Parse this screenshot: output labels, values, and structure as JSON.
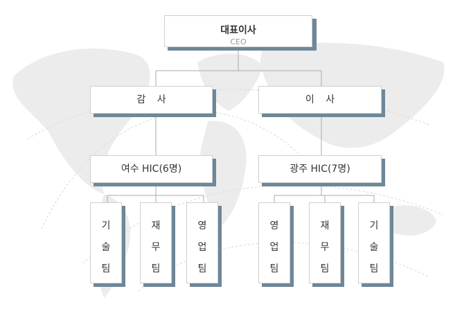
{
  "org": {
    "ceo": {
      "name": "대표이사",
      "sub": "CEO"
    },
    "auditor": "감  사",
    "director": "이  사",
    "yeosu": "여수 HIC(6명)",
    "gwangju": "광주 HIC(7명)",
    "yeosu_teams": [
      {
        "c1": "기",
        "c2": "술",
        "c3": "팀"
      },
      {
        "c1": "재",
        "c2": "무",
        "c3": "팀"
      },
      {
        "c1": "영",
        "c2": "업",
        "c3": "팀"
      }
    ],
    "gwangju_teams": [
      {
        "c1": "영",
        "c2": "업",
        "c3": "팀"
      },
      {
        "c1": "재",
        "c2": "무",
        "c3": "팀"
      },
      {
        "c1": "기",
        "c2": "술",
        "c3": "팀"
      }
    ]
  },
  "colors": {
    "shadow": "#6e8799",
    "line": "#aaaaaa",
    "map": "#eeeeee"
  }
}
